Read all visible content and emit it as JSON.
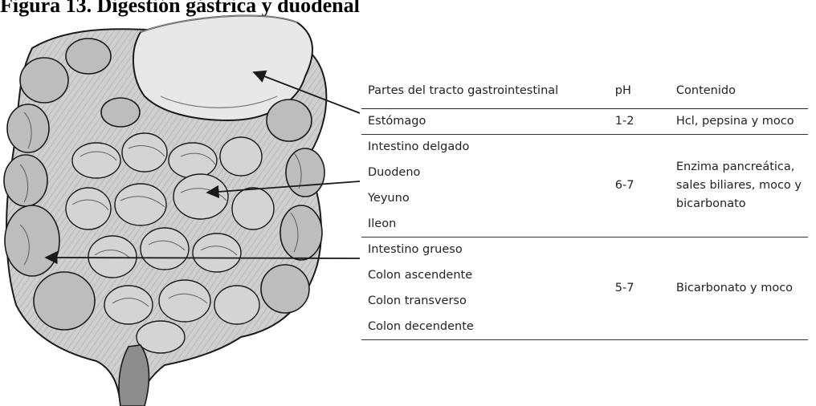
{
  "page": {
    "title": "Figura 13. Digestión gástrica y duodenal"
  },
  "illustration": {
    "subject": "gastrointestinal-tract-drawing",
    "stroke_color": "#1a1a1a",
    "tissue_colors": [
      "#d8d8d8",
      "#bcbcbc",
      "#9a9a9a",
      "#5a5a5a"
    ]
  },
  "table": {
    "headers": {
      "part": "Partes del tracto gastrointestinal",
      "ph": "pH",
      "content": "Contenido"
    },
    "groups": [
      {
        "parts": [
          "Estómago"
        ],
        "ph": "1-2",
        "content_lines": [
          "Hcl, pepsina y moco"
        ]
      },
      {
        "parts": [
          "Intestino delgado",
          "Duodeno",
          "Yeyuno",
          "Ileon"
        ],
        "ph": "6-7",
        "content_lines": [
          "Enzima pancreática,",
          "sales biliares, moco y",
          "bicarbonato"
        ]
      },
      {
        "parts": [
          "Intestino grueso",
          "Colon ascendente",
          "Colon transverso",
          "Colon decendente"
        ],
        "ph": "5-7",
        "content_lines": [
          "Bicarbonato y moco"
        ]
      }
    ]
  }
}
